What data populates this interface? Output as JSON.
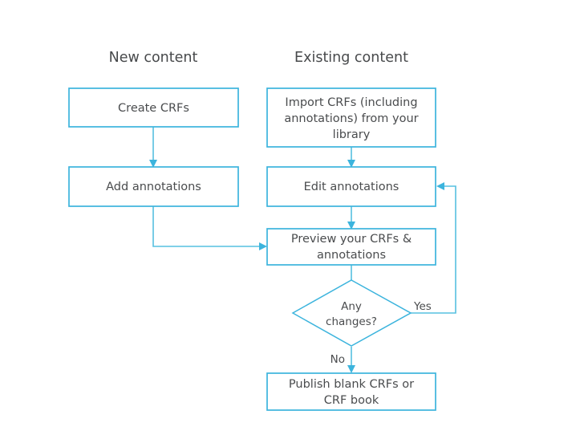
{
  "diagram": {
    "title": "CRF workflow flowchart",
    "background_color": "#ffffff",
    "accent_color": "#3cb4dd",
    "line_color": "#57c0e0",
    "text_color": "#4a4c4e"
  },
  "columns": [
    {
      "id": "new-content",
      "heading": "New content"
    },
    {
      "id": "existing-content",
      "heading": "Existing content"
    }
  ],
  "nodes": {
    "create_crfs": {
      "label": "Create CRFs",
      "shape": "rectangle"
    },
    "add_annotations": {
      "label": "Add annotations",
      "shape": "rectangle"
    },
    "import_crfs": {
      "label": "Import CRFs (including annotations) from your library",
      "line1": "Import CRFs (including",
      "line2": "annotations) from your",
      "line3": "library",
      "shape": "rectangle"
    },
    "edit_annotations": {
      "label": "Edit annotations",
      "shape": "rectangle"
    },
    "preview": {
      "label": "Preview your CRFs & annotations",
      "line1": "Preview your CRFs &",
      "line2": "annotations",
      "shape": "rectangle"
    },
    "any_changes": {
      "label": "Any changes?",
      "line1": "Any",
      "line2": "changes?",
      "shape": "diamond"
    },
    "publish": {
      "label": "Publish blank CRFs or CRF book",
      "line1": "Publish blank CRFs or",
      "line2": "CRF book",
      "shape": "rectangle"
    }
  },
  "edge_labels": {
    "yes": "Yes",
    "no": "No"
  }
}
